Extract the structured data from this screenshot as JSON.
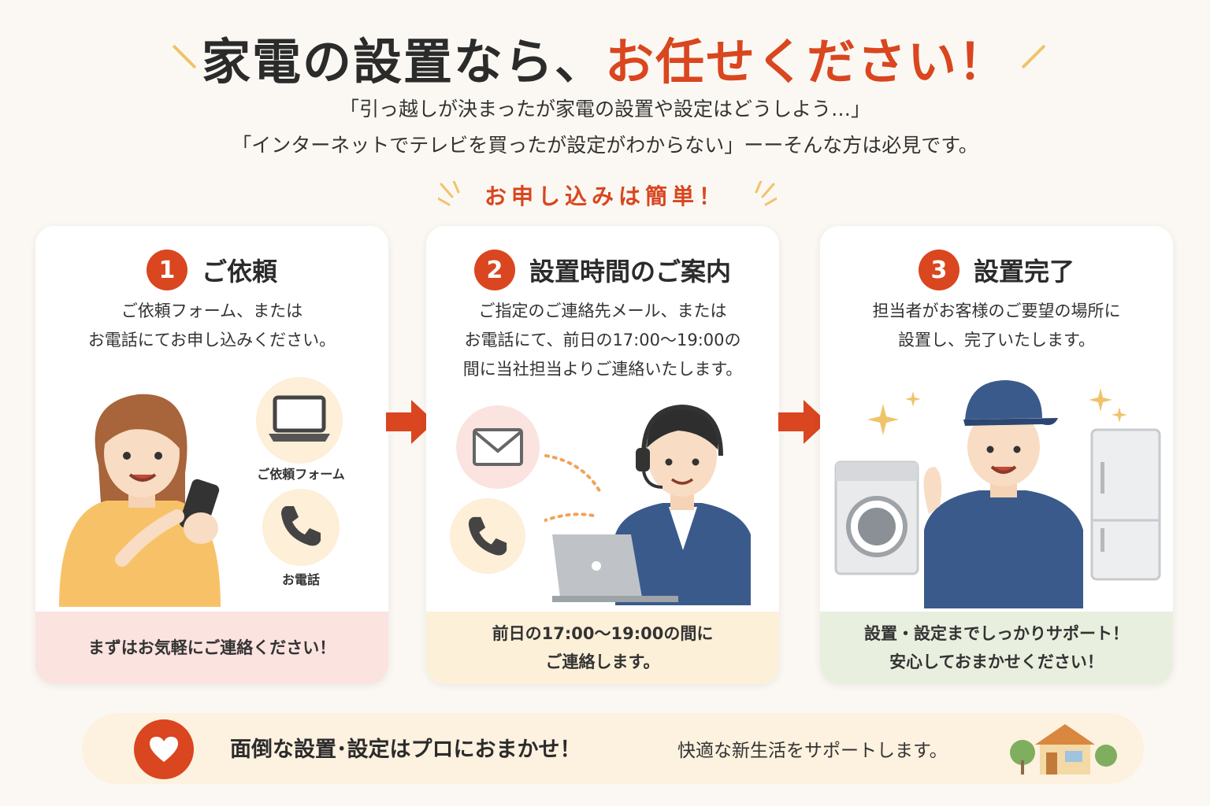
{
  "header": {
    "title_main": "家電の設置なら、",
    "title_accent": "お任せください！",
    "subtitle_line1": "「引っ越しが決まったが家電の設置や設定はどうしよう…」",
    "subtitle_line2": "「インターネットでテレビを買ったが設定がわからない」ーーそんな方は必見です。",
    "tagline": "お申し込みは簡単！"
  },
  "steps": [
    {
      "number": "1",
      "title": "ご依頼",
      "desc": [
        "ご依頼フォーム、または",
        "お電話にてお申し込みください。"
      ],
      "labels": {
        "form": "ご依頼フォーム",
        "phone": "お電話"
      },
      "footer": [
        "まずはお気軽にご連絡ください！"
      ],
      "footer_color": "#fbe3e0"
    },
    {
      "number": "2",
      "title": "設置時間のご案内",
      "desc": [
        "ご指定のご連絡先メール、または",
        "お電話にて、前日の17:00〜19:00の",
        "間に当社担当よりご連絡いたします。"
      ],
      "footer": [
        "前日の17:00〜19:00の間に",
        "ご連絡します。"
      ],
      "footer_color": "#fdf0d9"
    },
    {
      "number": "3",
      "title": "設置完了",
      "desc": [
        "担当者がお客様のご要望の場所に",
        "設置し、完了いたします。"
      ],
      "footer": [
        "設置・設定までしっかりサポート！",
        "安心しておまかせください！"
      ],
      "footer_color": "#e9efdf"
    }
  ],
  "bottom": {
    "main": "面倒な設置･設定はプロにおまかせ！",
    "sub": "快適な新生活をサポートします。"
  },
  "icons": {
    "step1": [
      "smartphone-woman-icon",
      "laptop-icon",
      "phone-icon"
    ],
    "step2": [
      "mail-icon",
      "phone-icon",
      "headset-operator-icon"
    ],
    "step3": [
      "washing-machine-icon",
      "technician-icon",
      "refrigerator-icon",
      "sparkle-icon"
    ],
    "bottom": [
      "heart-icon",
      "house-icon"
    ]
  },
  "colors": {
    "accent": "#d9461f",
    "background": "#fbf8f3"
  }
}
